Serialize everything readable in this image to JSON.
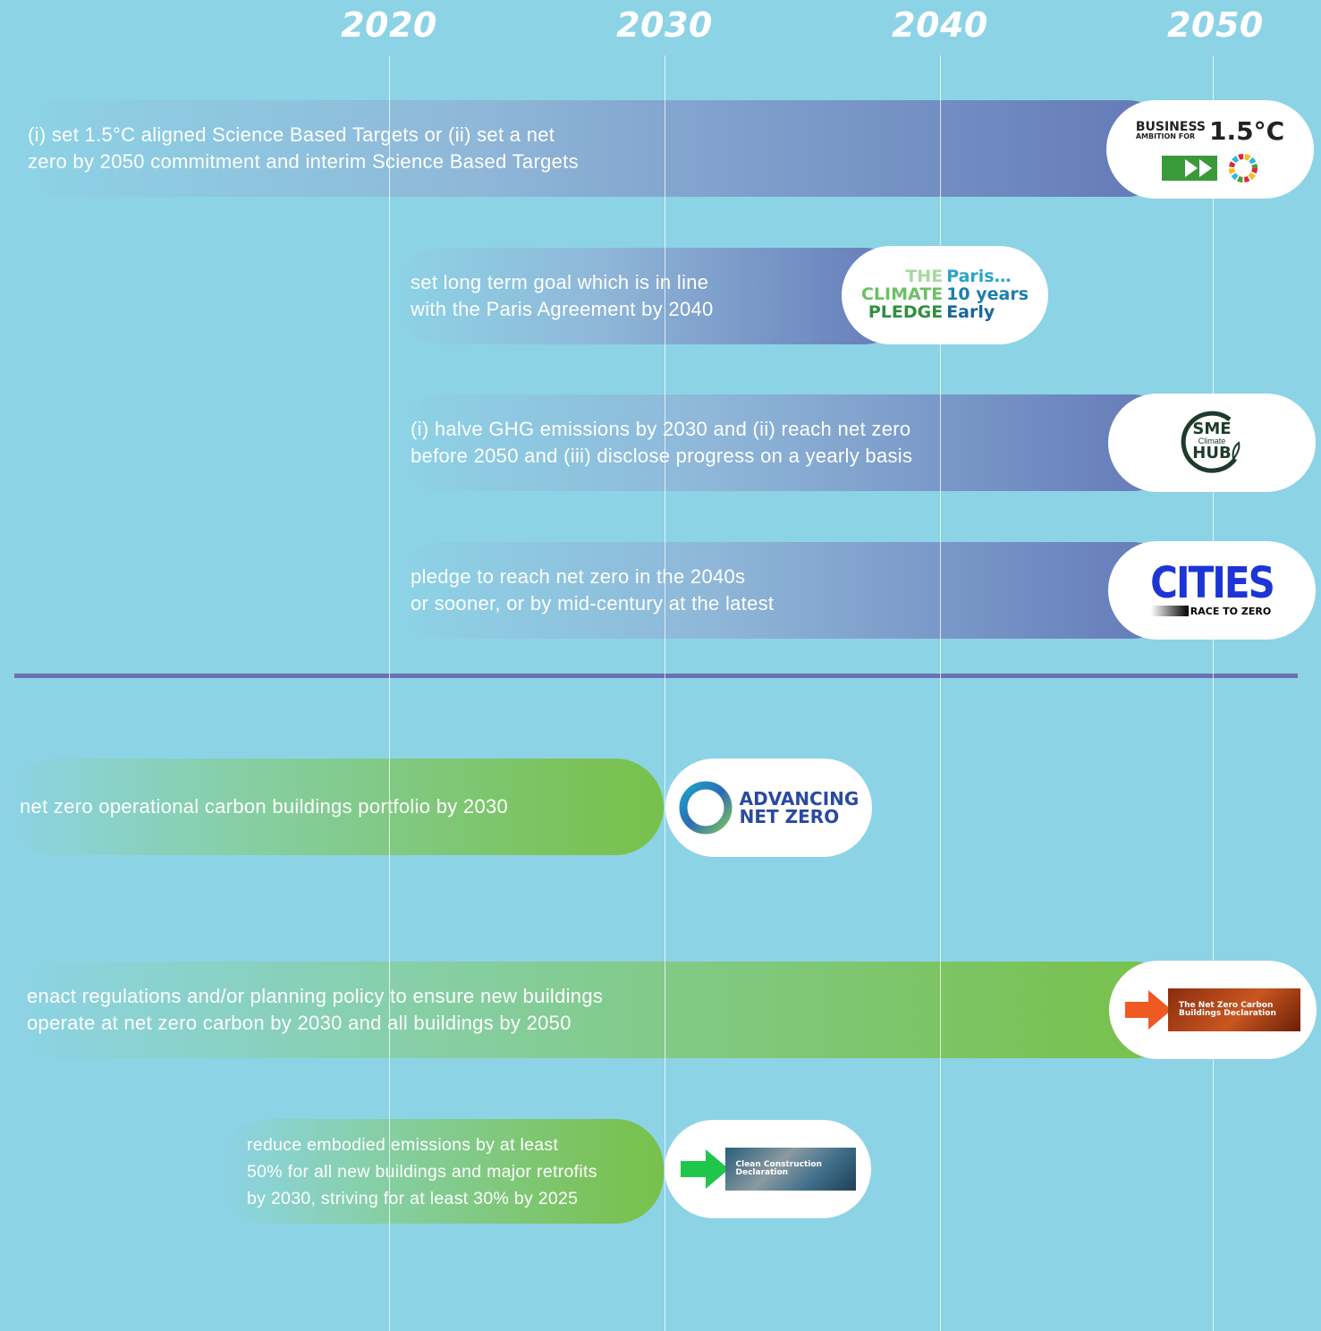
{
  "years": [
    "2020",
    "2030",
    "2040",
    "2050"
  ],
  "commitments_top": [
    {
      "lines": [
        "(i) set 1.5°C aligned Science Based Targets or (ii) set a net",
        "zero by 2050 commitment and interim Science Based Targets"
      ],
      "logo": "Business Ambition for 1.5°C"
    },
    {
      "lines": [
        "set long term goal which is in line",
        "with the Paris Agreement by 2040"
      ],
      "logo": "The Climate Pledge"
    },
    {
      "lines": [
        "(i) halve GHG emissions by 2030 and (ii) reach net zero",
        "before 2050 and (iii) disclose progress on a yearly basis"
      ],
      "logo": "SME Climate Hub"
    },
    {
      "lines": [
        "pledge to reach net zero in the 2040s",
        "or sooner, or by mid-century at the latest"
      ],
      "logo": "Cities Race to Zero"
    }
  ],
  "commitments_bottom": [
    {
      "lines": [
        "net zero operational carbon buildings portfolio by 2030"
      ],
      "logo": "Advancing Net Zero"
    },
    {
      "lines": [
        "enact regulations and/or planning policy to ensure new buildings",
        "operate at net zero carbon by 2030 and all buildings by 2050"
      ],
      "logo": "The Net Zero Carbon Buildings Declaration"
    },
    {
      "lines": [
        "reduce embodied emissions by at least",
        "50% for all new buildings and major retrofits",
        "by 2030, striving for at least 30% by 2025"
      ],
      "logo": "Clean Construction Declaration"
    }
  ],
  "logos": {
    "bab": {
      "business": "BUSINESS",
      "ambition": "AMBITION FOR",
      "temp": "1.5°C"
    },
    "tcp": {
      "the": "THE",
      "climate": "CLIMATE",
      "pledge": "PLEDGE",
      "paris": "Paris…",
      "ten": "10 years",
      "early": "Early"
    },
    "sme": {
      "sme": "SME",
      "climate": "Climate",
      "hub": "HUB"
    },
    "cities": {
      "cities": "CITIES",
      "race": "RACE TO ZERO"
    },
    "anz": {
      "l1": "ADVANCING",
      "l2": "NET ZERO"
    },
    "nzcb": {
      "l1": "The Net Zero Carbon",
      "l2": "Buildings Declaration"
    },
    "ccd": {
      "l1": "Clean Construction",
      "l2": "Declaration"
    }
  },
  "colors": {
    "background": "#8dd3e6",
    "blue_bar": "#6478b6",
    "green_bar": "#77c14a",
    "divider": "#6a70b4"
  }
}
